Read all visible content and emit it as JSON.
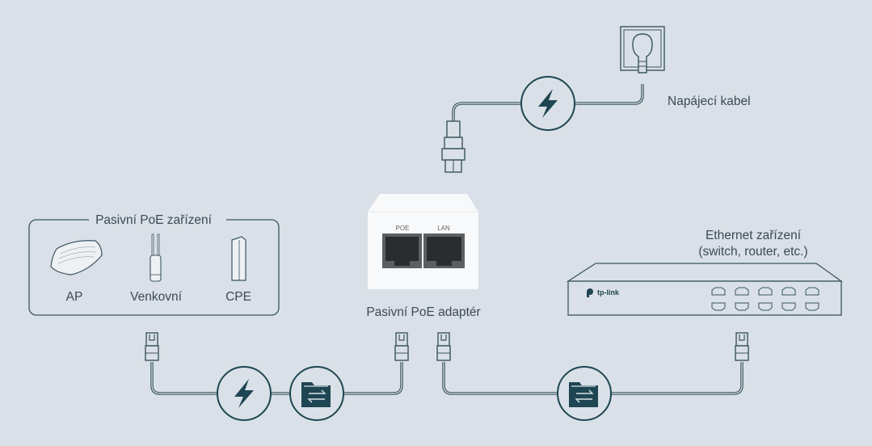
{
  "power_cable": {
    "label": "Napájecí kabel",
    "icon": "lightning-icon"
  },
  "poe_devices": {
    "title": "Pasivní PoE zařízení",
    "items": [
      {
        "label": "AP"
      },
      {
        "label": "Venkovní"
      },
      {
        "label": "CPE"
      }
    ]
  },
  "adapter": {
    "label": "Pasivní PoE adaptér",
    "port_poe": "POE",
    "port_lan": "LAN"
  },
  "ethernet_device": {
    "line1": "Ethernet zařízení",
    "line2": "(switch, router, etc.)",
    "brand": "tp-link"
  },
  "colors": {
    "background": "#d9e0e7",
    "accent": "#1e4652"
  }
}
